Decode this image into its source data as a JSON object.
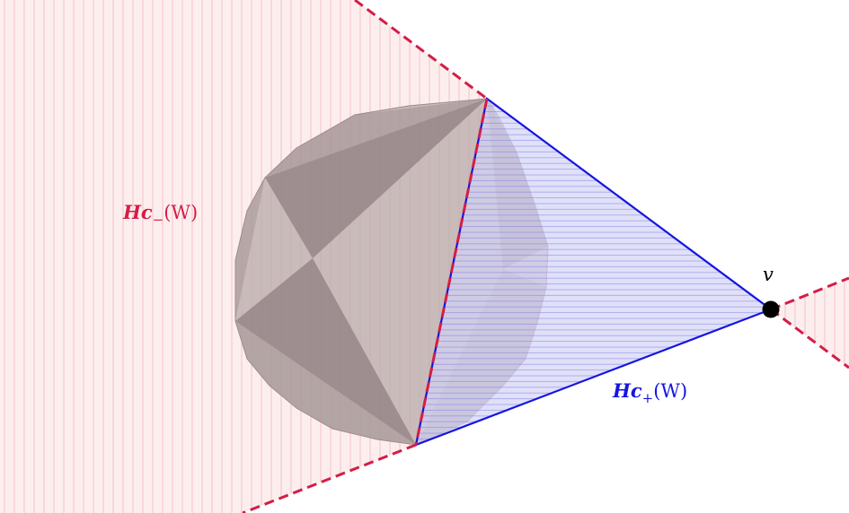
{
  "labels": {
    "hc_minus": {
      "prefix": "Hc",
      "sub": "−",
      "arg": "(W)"
    },
    "hc_plus": {
      "prefix": "Hc",
      "sub": "+",
      "arg": "(W)"
    },
    "vertex": "v"
  },
  "colors": {
    "minus_region_fill": "#fdeeee",
    "minus_hatch": "#f2b8bf",
    "minus_boundary": "#d21e46",
    "plus_fill": "#d3d3f5",
    "plus_hatch": "#7c7ce8",
    "plus_boundary": "#1515e0",
    "polytope_face": "#b8a9aa",
    "polytope_dark": "#8f7f80",
    "vertex_dot": "#000000"
  }
}
